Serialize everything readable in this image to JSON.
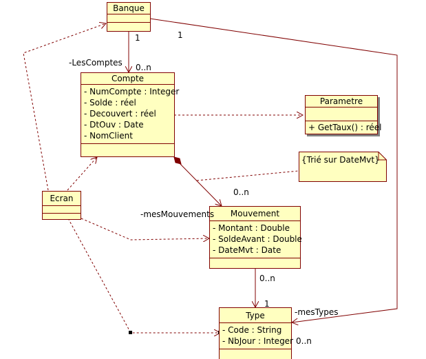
{
  "classes": {
    "banque": {
      "name": "Banque"
    },
    "compte": {
      "name": "Compte",
      "attributes": [
        "- NumCompte : Integer",
        "- Solde : réel",
        "- Decouvert : réel",
        "- DtOuv : Date",
        "- NomClient"
      ]
    },
    "parametre": {
      "name": "Parametre",
      "operations": [
        "+ GetTaux() : réel"
      ]
    },
    "ecran": {
      "name": "Ecran"
    },
    "mouvement": {
      "name": "Mouvement",
      "attributes": [
        "- Montant : Double",
        "- SoldeAvant : Double",
        "- DateMvt : Date"
      ]
    },
    "type": {
      "name": "Type",
      "attributes": [
        "- Code : String",
        "- NbJour : Integer"
      ]
    }
  },
  "note": "{Trié sur DateMvt}",
  "labels": {
    "banque_compte_mult_banque": "1",
    "banque_compte_role": "-LesComptes",
    "banque_compte_mult_compte": "0..n",
    "banque_type_mult_banque": "1",
    "compte_mouvement_mult": "0..n",
    "compte_mouvement_role": "-mesMouvements",
    "mouvement_type_mult_mouvement": "0..n",
    "mouvement_type_mult_type": "1",
    "banque_type_role": "-mesTypes",
    "banque_type_mult_type": "0..n"
  },
  "colors": {
    "class_fill": "#ffffc0",
    "border": "#800000",
    "dependency": "#800000",
    "text": "#000000"
  }
}
